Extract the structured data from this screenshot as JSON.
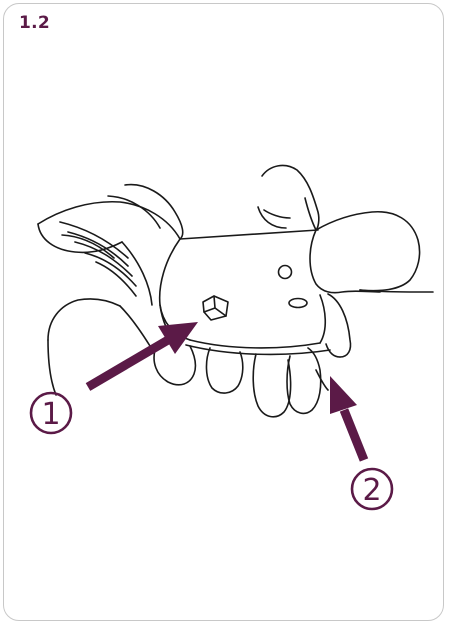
{
  "step": {
    "label": "1.2"
  },
  "callouts": [
    {
      "number": "1",
      "icon": "arrow-icon"
    },
    {
      "number": "2",
      "icon": "arrow-icon"
    }
  ],
  "colors": {
    "accent": "#5b1a47",
    "line": "#1a1a1a",
    "border": "#c8c8c8"
  }
}
